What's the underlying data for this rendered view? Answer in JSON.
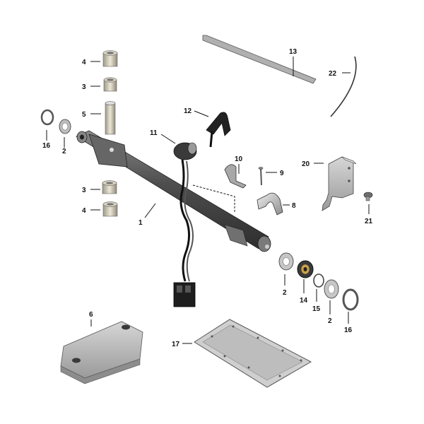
{
  "callouts": {
    "c1": "1",
    "c2a": "2",
    "c2b": "2",
    "c2c": "2",
    "c3a": "3",
    "c3b": "3",
    "c4a": "4",
    "c4b": "4",
    "c5": "5",
    "c6": "6",
    "c8": "8",
    "c9": "9",
    "c10": "10",
    "c11": "11",
    "c12": "12",
    "c13": "13",
    "c14": "14",
    "c15": "15",
    "c16a": "16",
    "c16b": "16",
    "c17": "17",
    "c20": "20",
    "c21": "21",
    "c22": "22"
  },
  "colors": {
    "metal_light": "#d9d9d9",
    "metal_mid": "#a6a6a6",
    "metal_dark": "#6e6e6e",
    "shaft": "#5a5a5a",
    "bronze": "#cfc9b8",
    "line": "#111111"
  }
}
